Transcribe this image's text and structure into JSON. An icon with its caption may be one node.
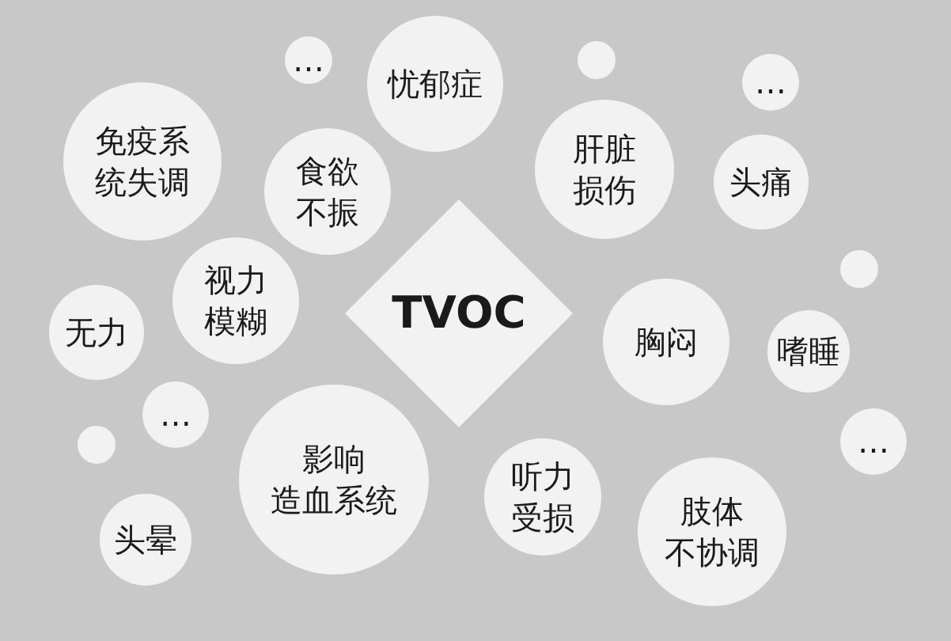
{
  "diagram": {
    "nodes": [
      {
        "text": [
          "…"
        ]
      },
      {
        "text": [],
        "shape": "circle"
      },
      {
        "text": [
          "…"
        ]
      },
      {
        "text": [
          "忧郁症"
        ]
      },
      {
        "text": [
          "免疫系统失调"
        ]
      },
      {
        "text": [
          "肝脏损伤"
        ]
      },
      {
        "text": [
          "头痛"
        ]
      },
      {
        "text": [
          "食欲不振"
        ]
      },
      {
        "text": [],
        "shape": "circle"
      },
      {
        "text": [
          "视力模糊"
        ]
      },
      {
        "text": [
          "TVOC"
        ]
      },
      {
        "text": [
          "无力"
        ]
      },
      {
        "text": [
          "胸闷"
        ]
      },
      {
        "text": [
          "嗜睡"
        ]
      },
      {
        "text": [
          "…"
        ]
      },
      {
        "text": [
          "…"
        ]
      },
      {
        "text": [],
        "shape": "circle"
      },
      {
        "text": [
          "影响造血系统"
        ]
      },
      {
        "text": [
          "听力受损"
        ]
      },
      {
        "text": [
          "肢体不协调"
        ]
      },
      {
        "text": [
          "头晕"
        ]
      }
    ]
  }
}
